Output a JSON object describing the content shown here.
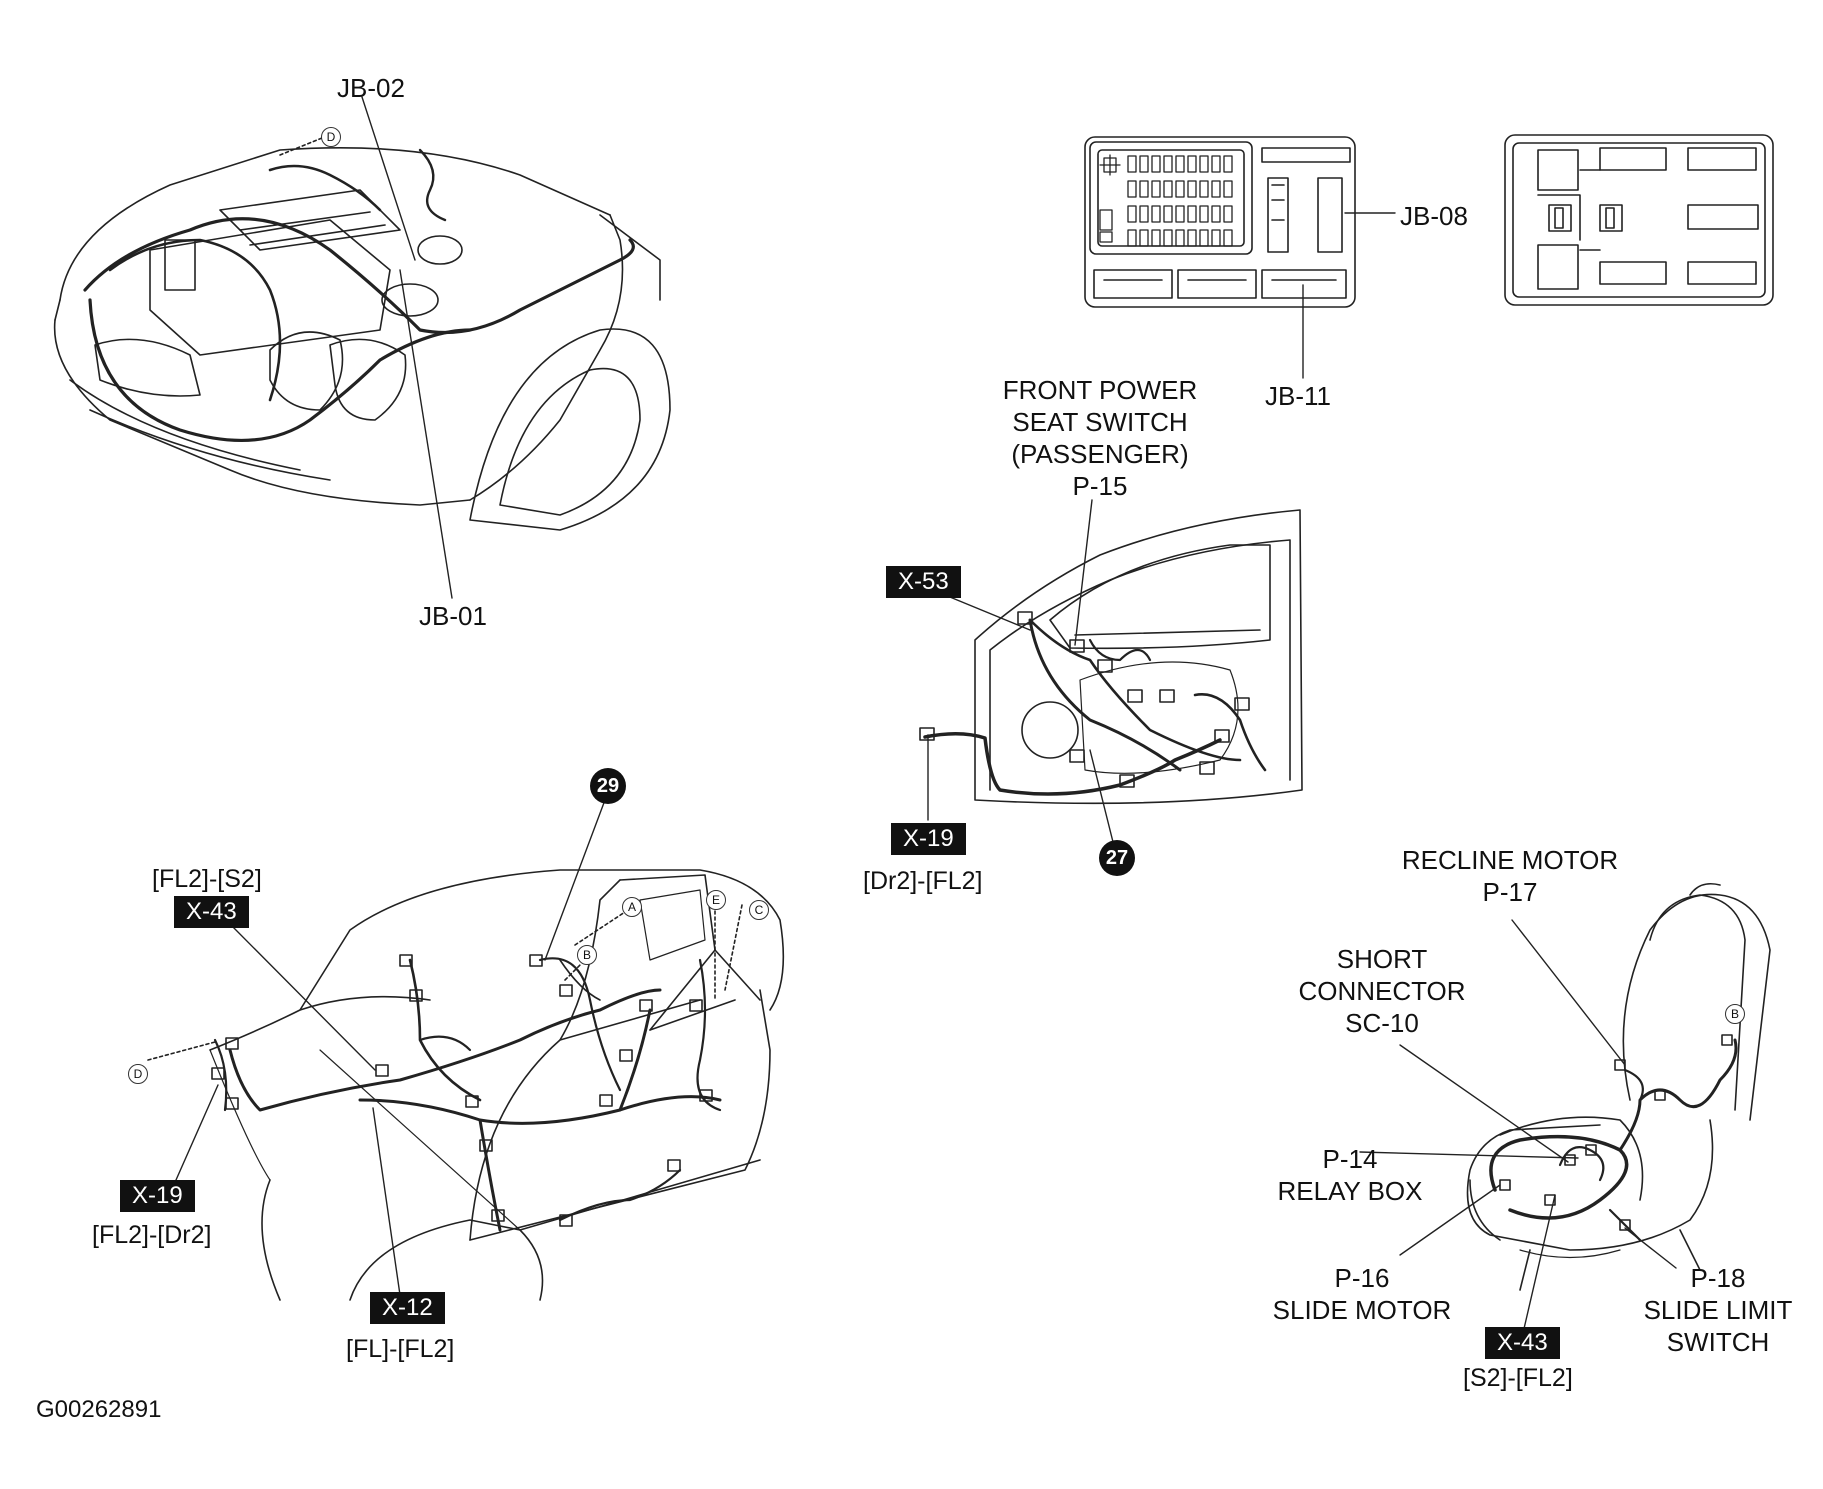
{
  "figure_code": "G00262891",
  "engine_bay": {
    "jb02": "JB-02",
    "jb01": "JB-01",
    "ref_d": "D"
  },
  "junction_box": {
    "jb08": "JB-08",
    "jb11": "JB-11"
  },
  "door": {
    "seat_switch": [
      "FRONT POWER",
      "SEAT SWITCH",
      "(PASSENGER)",
      "P-15"
    ],
    "x53": "X-53",
    "x19": "X-19",
    "x19_sub": "[Dr2]-[FL2]",
    "badge": "27"
  },
  "body": {
    "badge": "29",
    "x43_top": "[FL2]-[S2]",
    "x43": "X-43",
    "x19": "X-19",
    "x19_sub": "[FL2]-[Dr2]",
    "x12": "X-12",
    "x12_sub": "[FL]-[FL2]",
    "ref_a": "A",
    "ref_b": "B",
    "ref_c": "C",
    "ref_d": "D",
    "ref_e": "E"
  },
  "seat": {
    "recline": [
      "RECLINE MOTOR",
      "P-17"
    ],
    "short": [
      "SHORT",
      "CONNECTOR",
      "SC-10"
    ],
    "relay": [
      "P-14",
      "RELAY BOX"
    ],
    "slide_motor": [
      "P-16",
      "SLIDE MOTOR"
    ],
    "slide_limit": [
      "P-18",
      "SLIDE LIMIT",
      "SWITCH"
    ],
    "x43": "X-43",
    "x43_sub": "[S2]-[FL2]",
    "ref_b": "B"
  }
}
